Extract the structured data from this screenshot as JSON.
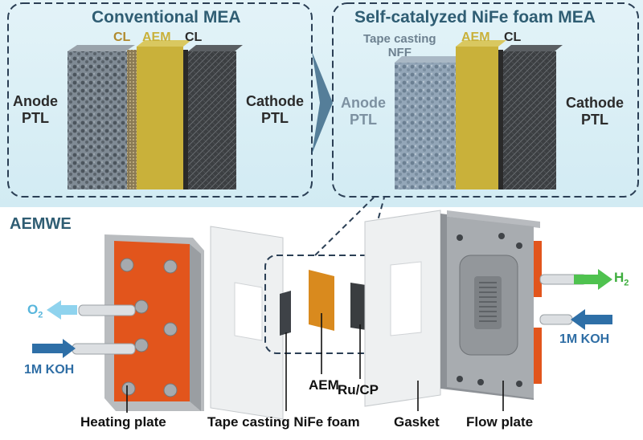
{
  "top_background": "#dff0f6",
  "left_panel": {
    "title": "Conventional MEA",
    "cl_left": "CL",
    "aem": "AEM",
    "cl_right": "CL",
    "anode": [
      "Anode",
      "PTL"
    ],
    "cathode": [
      "Cathode",
      "PTL"
    ]
  },
  "right_panel": {
    "title": "Self-catalyzed NiFe foam MEA",
    "tape_casting": [
      "Tape casting",
      "NFF"
    ],
    "aem": "AEM",
    "cl": "CL",
    "anode": [
      "Anode",
      "PTL"
    ],
    "cathode": [
      "Cathode",
      "PTL"
    ]
  },
  "section_label": "AEMWE",
  "flows": {
    "o2": "O",
    "o2_sub": "2",
    "koh_in": "1M KOH",
    "h2": "H",
    "h2_sub": "2",
    "koh_out": "1M KOH"
  },
  "components": {
    "aem": "AEM",
    "ru_cp": "Ru/CP",
    "heating_plate": "Heating plate",
    "nife_foam": "Tape casting NiFe foam",
    "gasket": "Gasket",
    "flow_plate": "Flow plate"
  },
  "colors": {
    "panel_border": "#2b3f55",
    "title": "#2f5d73",
    "aem_layer": "#c9b13a",
    "heating_plate": "#e2551c",
    "o2_arrow": "#8fd3ee",
    "koh_arrow": "#2e6fa7",
    "h2_arrow": "#4fc24f"
  }
}
